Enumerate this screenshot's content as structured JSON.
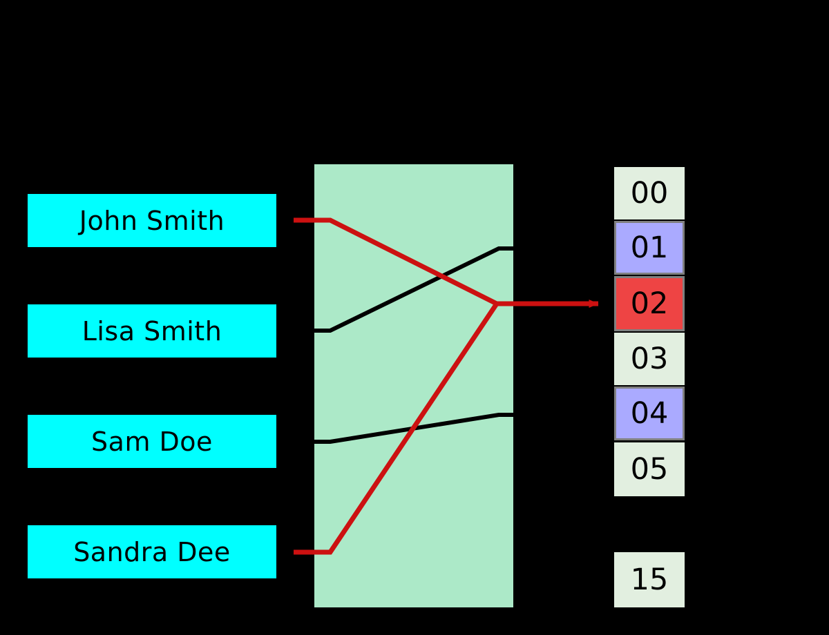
{
  "diagram": {
    "title": "hash-function-bucket-mapping",
    "background_color": "#000000",
    "keys": [
      {
        "label": "John Smith",
        "highlight": true,
        "maps_to": "02"
      },
      {
        "label": "Lisa Smith",
        "highlight": false,
        "maps_to": "01"
      },
      {
        "label": "Sam Doe",
        "highlight": false,
        "maps_to": "04"
      },
      {
        "label": "Sandra Dee",
        "highlight": true,
        "maps_to": "02"
      }
    ],
    "key_box_color": "#00FFFF",
    "hash_panel": {
      "name": "hash-function-panel",
      "color": "#ACE9C8"
    },
    "buckets": [
      {
        "index": "00",
        "state": "empty",
        "color": "#E2EFE0"
      },
      {
        "index": "01",
        "state": "occupied",
        "color": "#AAAAFF"
      },
      {
        "index": "02",
        "state": "collision",
        "color": "#EE4444"
      },
      {
        "index": "03",
        "state": "empty",
        "color": "#E2EFE0"
      },
      {
        "index": "04",
        "state": "occupied",
        "color": "#AAAAFF"
      },
      {
        "index": "05",
        "state": "empty",
        "color": "#E2EFE0"
      },
      {
        "index": "15",
        "state": "empty",
        "color": "#E2EFE0"
      }
    ],
    "wires": {
      "highlight_color": "#CC1111",
      "normal_color": "#000000",
      "arrow_target": "02"
    }
  }
}
